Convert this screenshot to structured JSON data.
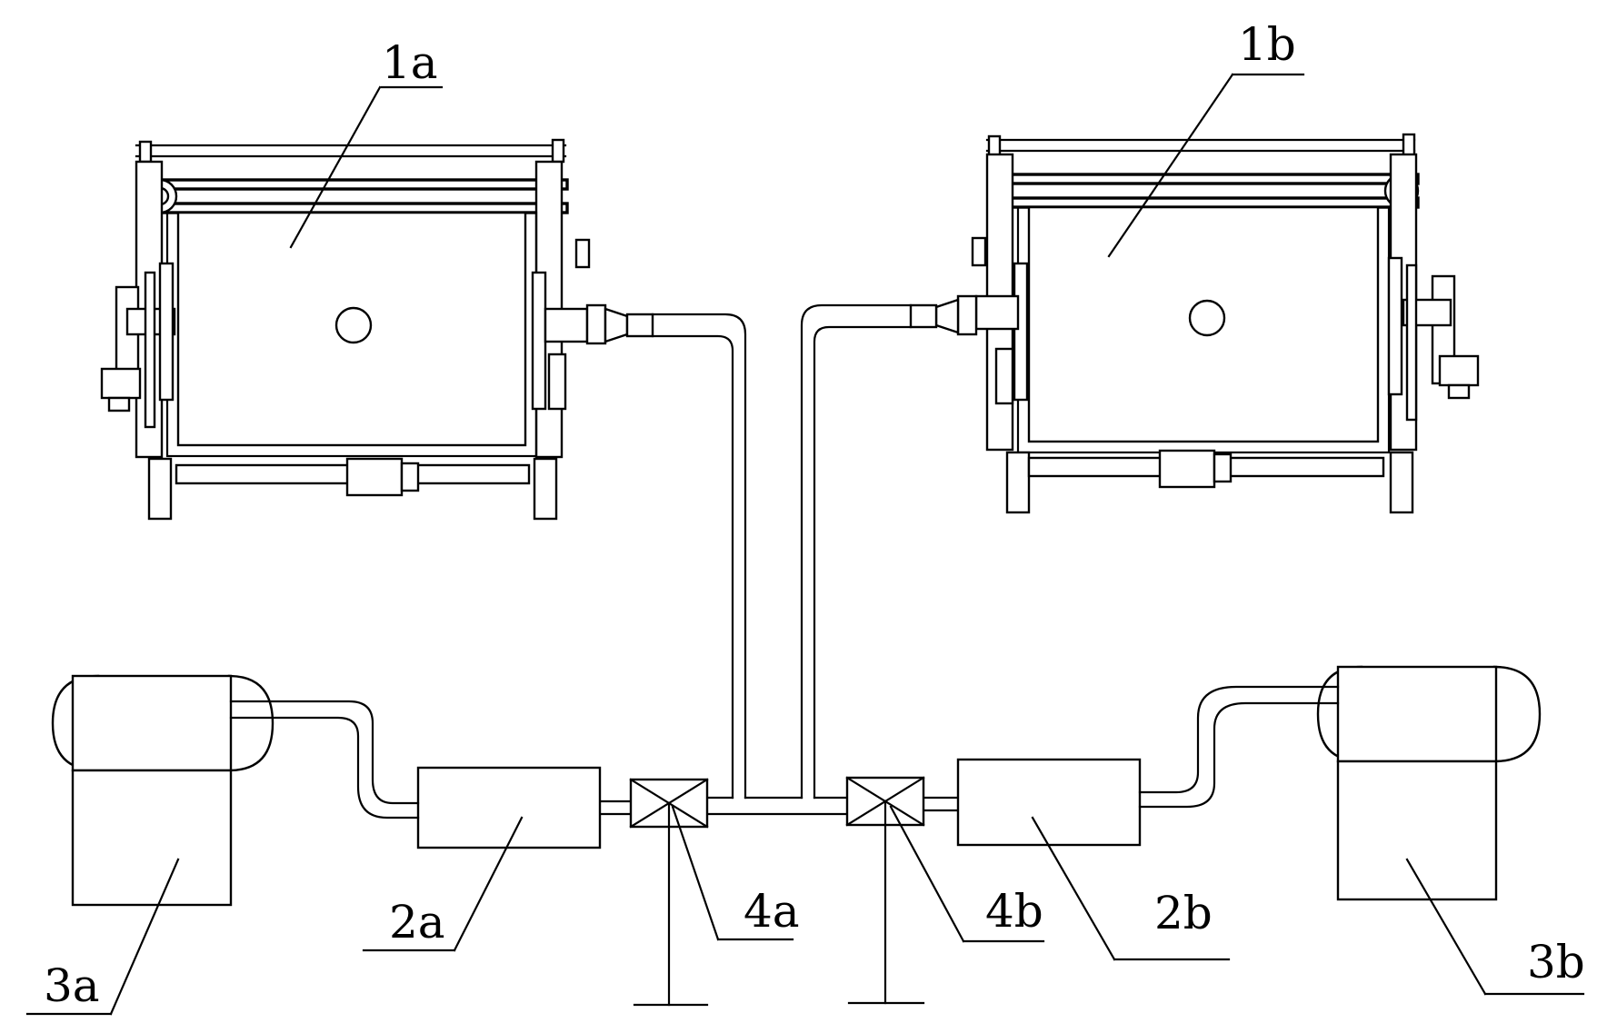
{
  "labels": {
    "unit_1a": "1a",
    "unit_1b": "1b",
    "box_2a": "2a",
    "box_2b": "2b",
    "tank_3a": "3a",
    "tank_3b": "3b",
    "valve_4a": "4a",
    "valve_4b": "4b"
  }
}
